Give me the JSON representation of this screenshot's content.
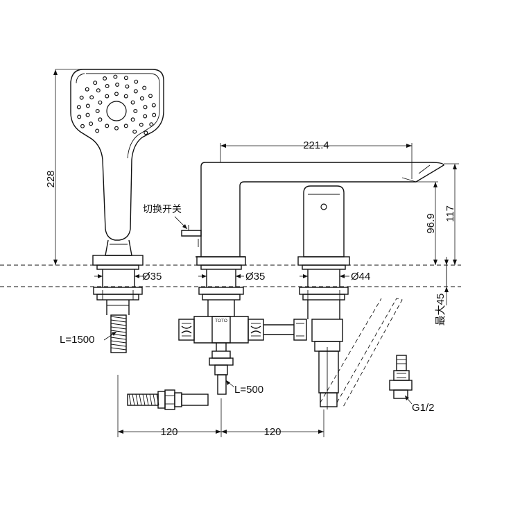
{
  "dimensions": {
    "handshower_height": "228",
    "spout_reach": "221.4",
    "spout_height": "96.9",
    "overall_height": "117",
    "max_deck_thickness": "最大45",
    "base_diameter_handshower": "Ø35",
    "base_diameter_spout": "Ø35",
    "base_diameter_handle": "Ø44",
    "hose_length_handshower": "L=1500",
    "hose_length_supply": "L=500",
    "spacing_left": "120",
    "spacing_right": "120",
    "thread_size": "G1/2"
  },
  "labels": {
    "diverter_switch": "切换开关",
    "valve_body_mark": "TOTO"
  }
}
